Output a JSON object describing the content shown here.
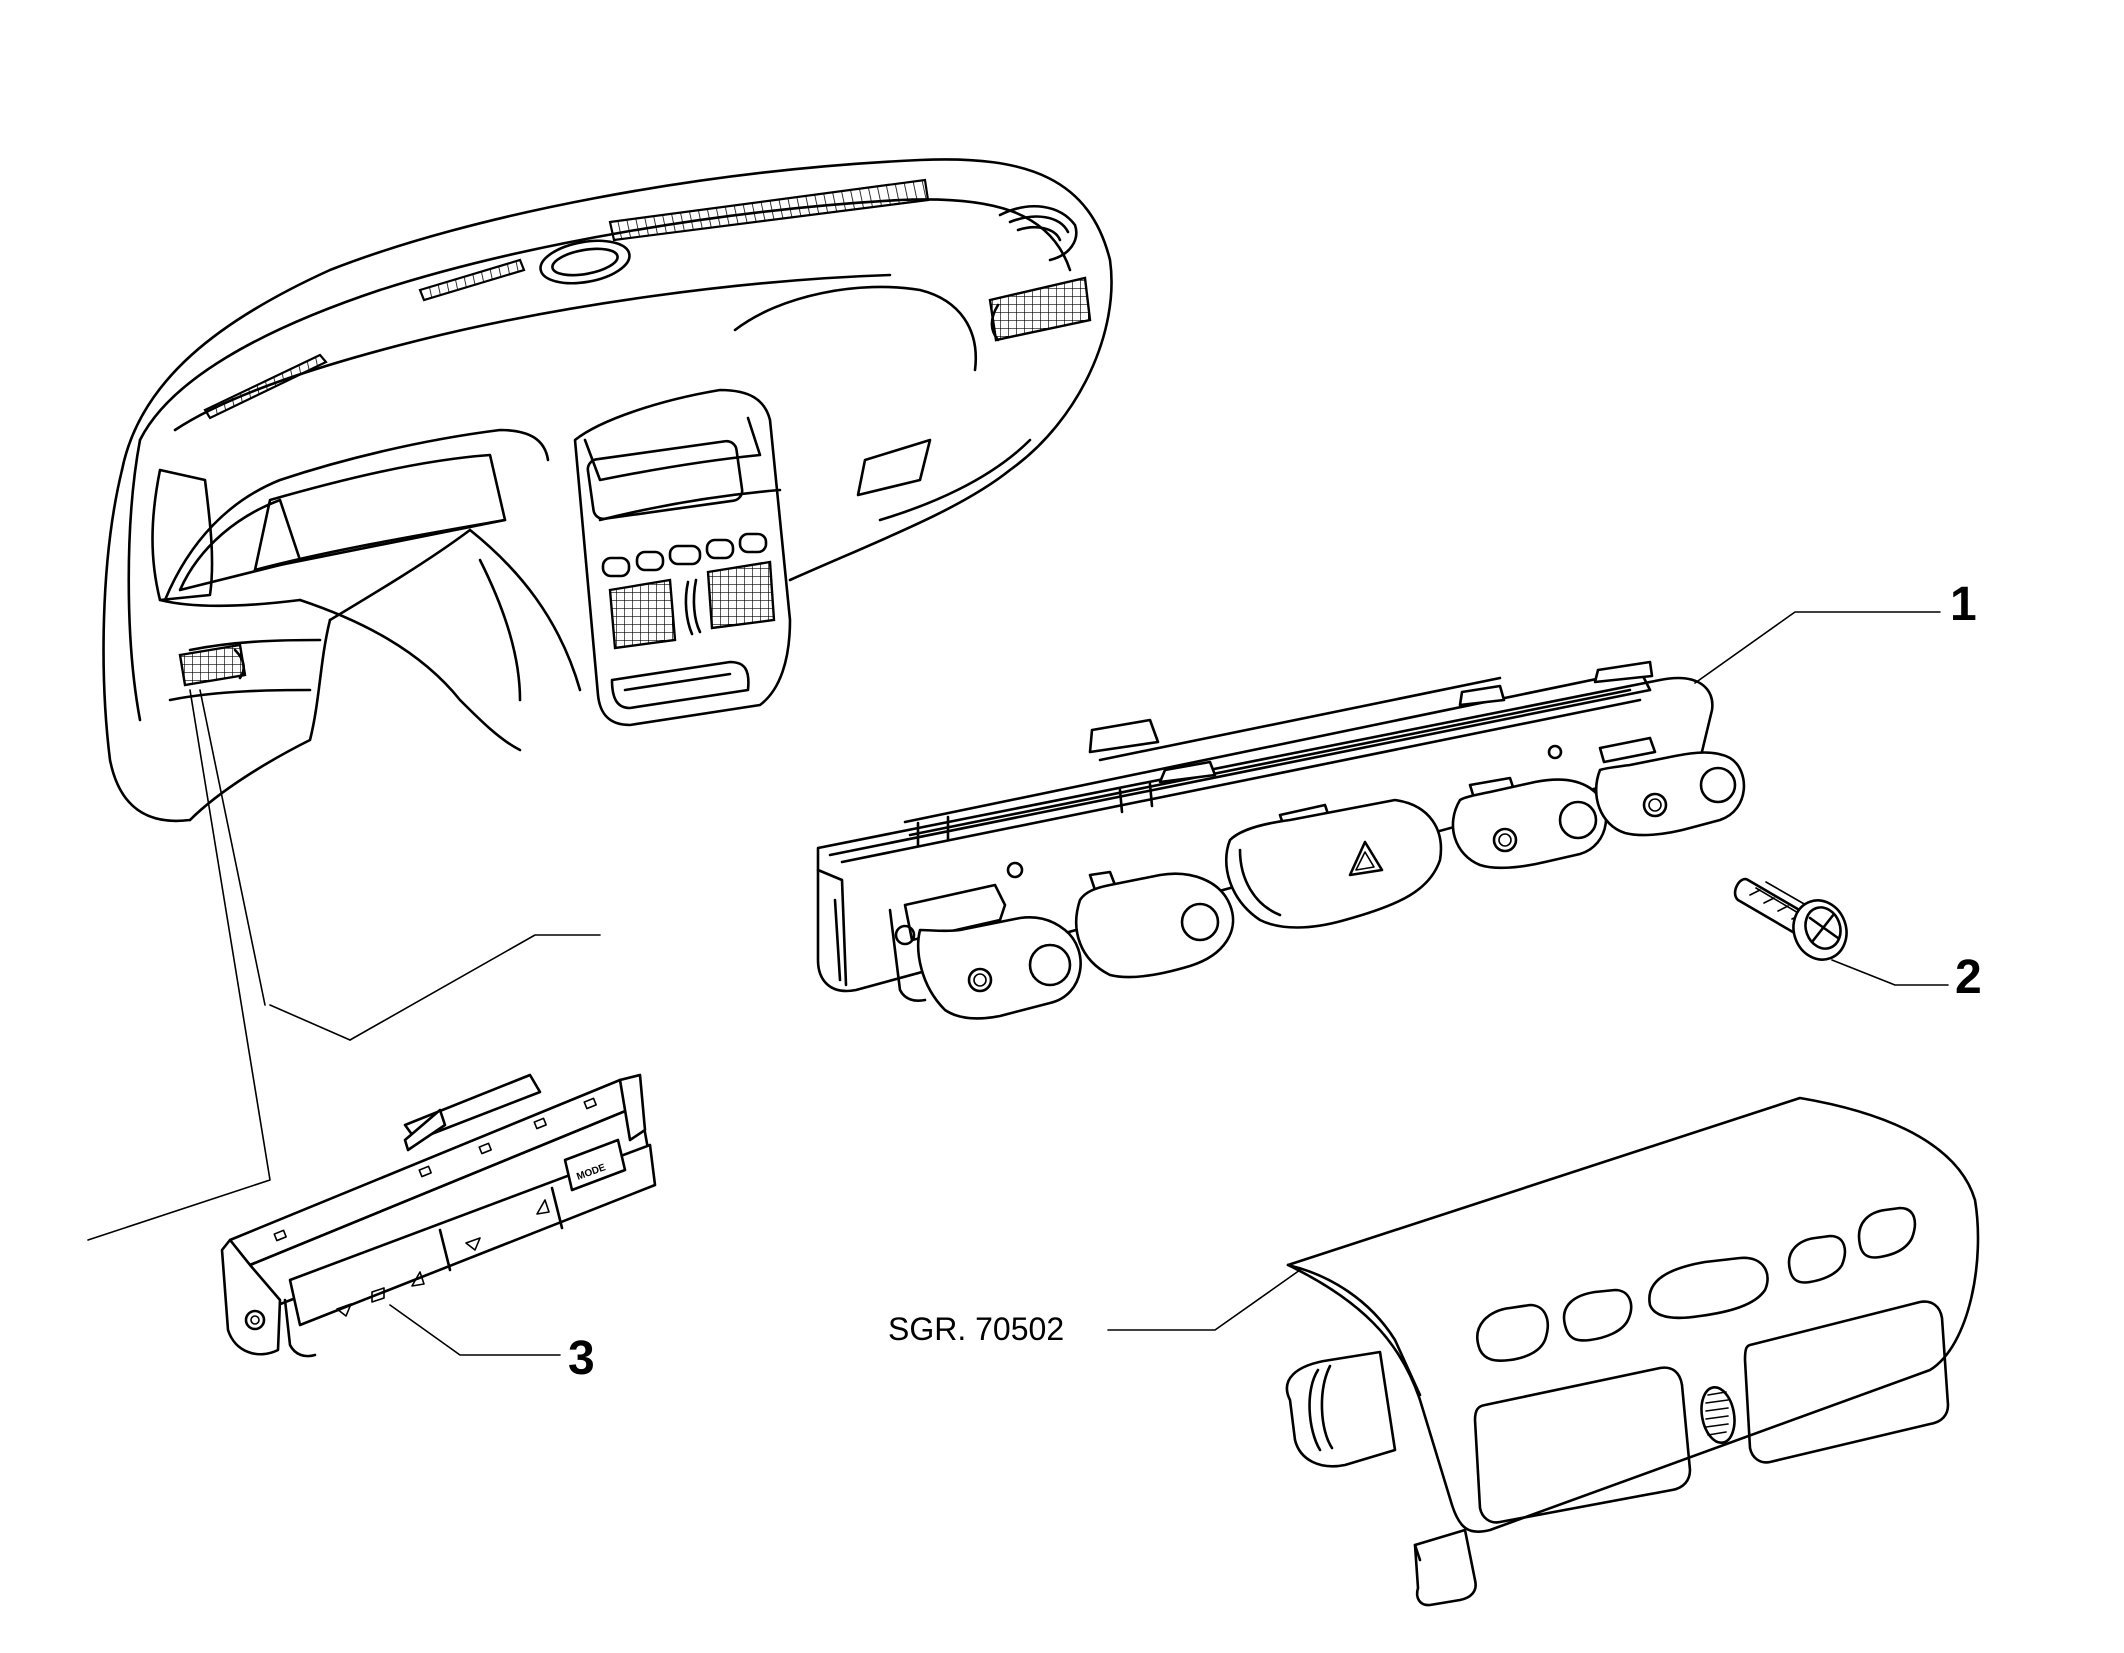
{
  "callouts": [
    {
      "id": "1",
      "label": "1"
    },
    {
      "id": "2",
      "label": "2"
    },
    {
      "id": "3",
      "label": "3"
    }
  ],
  "reference": {
    "label": "SGR. 70502"
  },
  "switch_panel": {
    "mode_label": "MODE"
  },
  "icons": [
    "hazard-triangle-icon",
    "arrow-up-icon",
    "arrow-down-icon",
    "mirror-icon",
    "screw-cross-icon"
  ]
}
